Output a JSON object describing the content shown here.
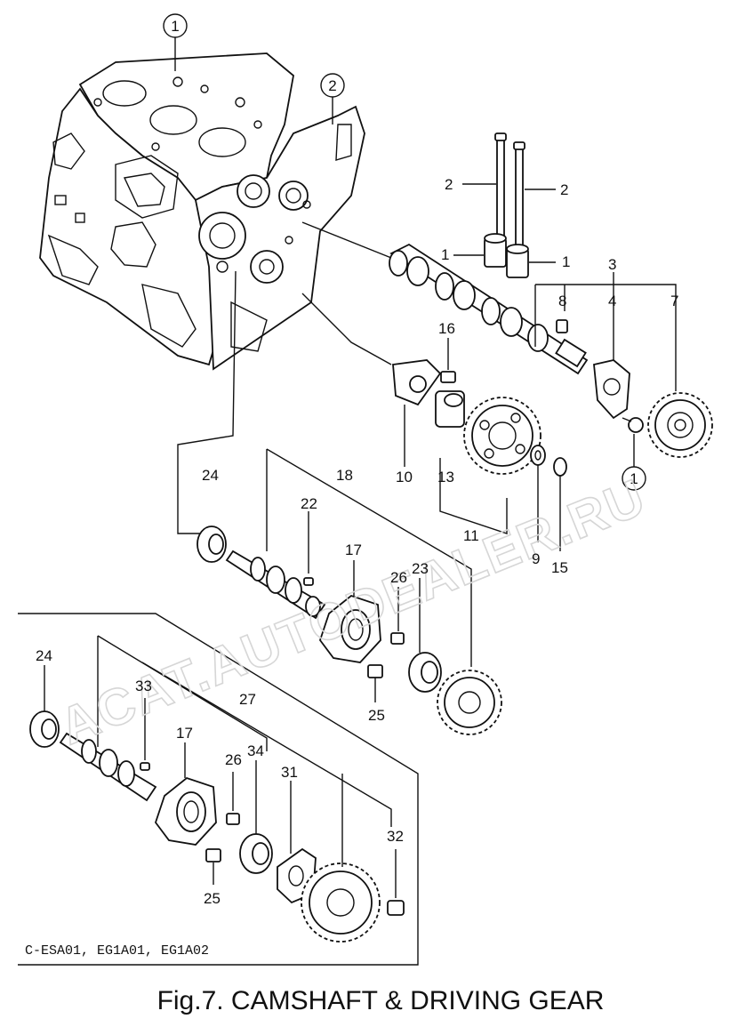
{
  "caption": "Fig.7.  CAMSHAFT & DRIVING GEAR",
  "model_note": "C-ESA01, EG1A01, EG1A02",
  "watermark": "ACAT.AUTODEALER.RU",
  "circled_refs": [
    "1",
    "2",
    "1"
  ],
  "labels": {
    "l2a": "2",
    "l2b": "2",
    "l1a": "1",
    "l1b": "1",
    "l3": "3",
    "l8": "8",
    "l4": "4",
    "l7": "7",
    "l16": "16",
    "l10": "10",
    "l13": "13",
    "l11": "11",
    "l9": "9",
    "l15": "15",
    "l24a": "24",
    "l22": "22",
    "l18": "18",
    "l17a": "17",
    "l26a": "26",
    "l23": "23",
    "l25a": "25",
    "l24b": "24",
    "l33": "33",
    "l27": "27",
    "l17b": "17",
    "l26b": "26",
    "l34": "34",
    "l31": "31",
    "l32": "32",
    "l25b": "25"
  },
  "colors": {
    "ink": "#111111",
    "paper": "#ffffff",
    "watermark": "#d6d6d6"
  }
}
